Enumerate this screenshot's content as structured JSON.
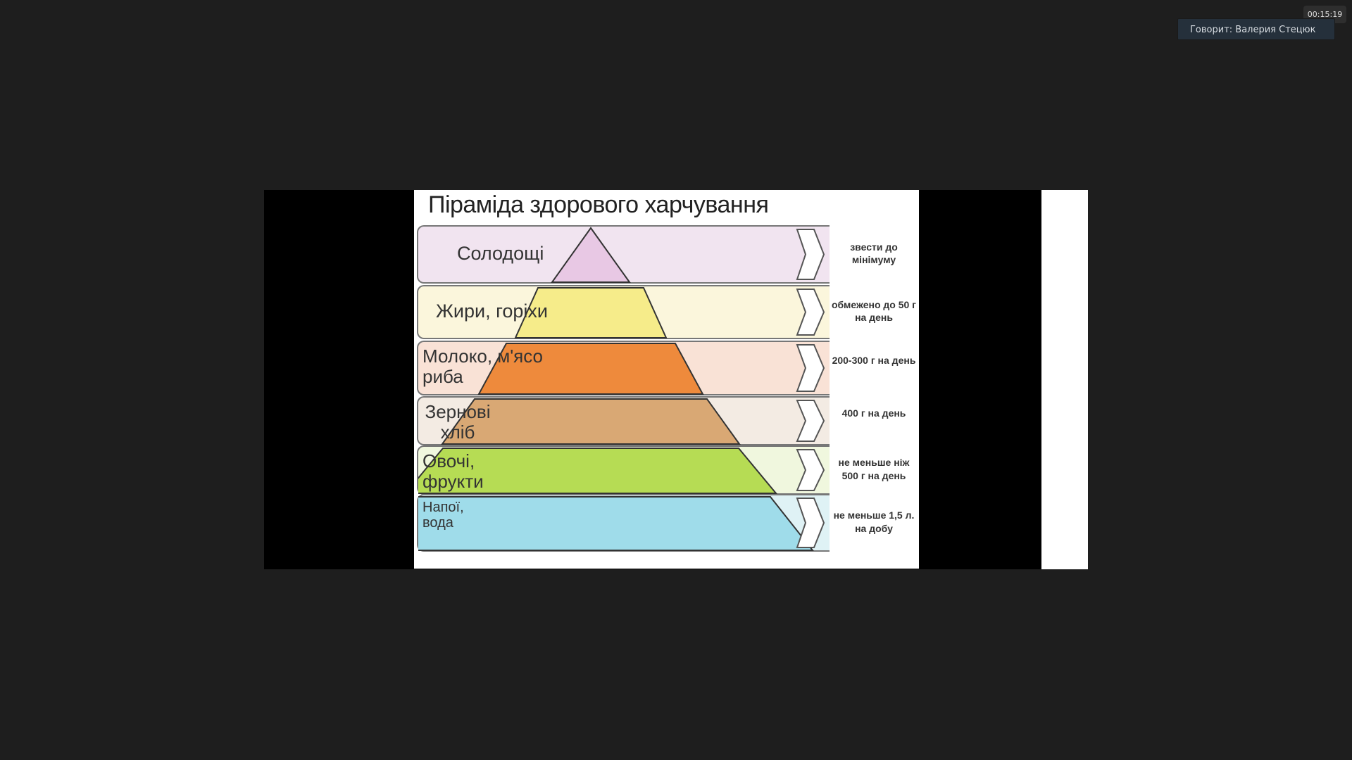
{
  "overlay": {
    "timer": "00:15:19",
    "speaker": "Говорит: Валерия Стецюк"
  },
  "slide": {
    "title": "Піраміда здорового харчування",
    "levels": [
      {
        "label": "Солодощі",
        "note": "звести до мінімуму",
        "color": "#f1e4f0",
        "fill": "#e8c8e4"
      },
      {
        "label": "Жири, горіхи",
        "note": "обмежено до 50 г на день",
        "color": "#fbf6dc",
        "fill": "#f6ec8a"
      },
      {
        "label": "Молоко, м'ясо риба",
        "note": "200-300 г на день",
        "color": "#f9e2d6",
        "fill": "#ee8a3c"
      },
      {
        "label": "Зернові хліб",
        "note": "400 г на день",
        "color": "#f3ebe3",
        "fill": "#d9a874"
      },
      {
        "label": "Овочі, фрукти",
        "note": "не меньше ніж 500 г на день",
        "color": "#f0f7de",
        "fill": "#b6dc54"
      },
      {
        "label": "Напої, вода",
        "note": "не меньше 1,5 л. на добу",
        "color": "#dff2f5",
        "fill": "#9fdcea"
      }
    ]
  }
}
